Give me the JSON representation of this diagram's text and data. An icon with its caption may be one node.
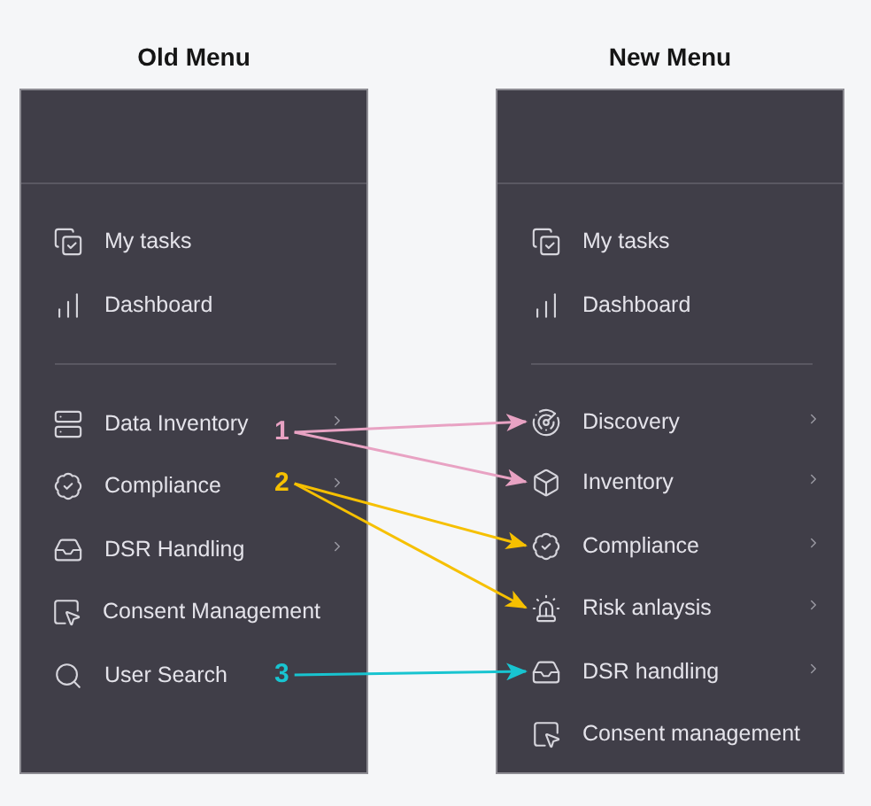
{
  "diagram": {
    "nodes": [
      {
        "text": [
          "Old Menu"
        ]
      },
      {
        "text": [
          "My tasks"
        ],
        "in": 0
      },
      {
        "text": [
          "Dashboard"
        ],
        "in": 0
      },
      {
        "text": [
          "Data Inventory"
        ],
        "in": 0
      },
      {
        "text": [
          "Compliance"
        ],
        "in": 0
      },
      {
        "text": [
          "DSR Handling"
        ],
        "in": 0
      },
      {
        "text": [
          "Consent Management"
        ],
        "in": 0
      },
      {
        "text": [
          "User Search"
        ],
        "in": 0
      },
      {
        "text": [
          "1"
        ],
        "in": 0
      },
      {
        "text": [
          "2"
        ],
        "in": 0
      },
      {
        "text": [
          "3"
        ],
        "in": 0
      },
      {
        "text": [
          "New Menu"
        ]
      },
      {
        "text": [
          "My tasks"
        ],
        "in": 11
      },
      {
        "text": [
          "Dashboard"
        ],
        "in": 11
      },
      {
        "text": [
          "Discovery"
        ],
        "in": 11
      },
      {
        "text": [
          "Inventory"
        ],
        "in": 11
      },
      {
        "text": [
          "Compliance"
        ],
        "in": 11
      },
      {
        "text": [
          "Risk anlaysis"
        ],
        "in": 11
      },
      {
        "text": [
          "DSR handling"
        ],
        "in": 11
      },
      {
        "text": [
          "Consent management"
        ],
        "in": 11
      }
    ],
    "edges": [
      {
        "from": 8,
        "to": 14,
        "arrow": "to",
        "color": "#e8a2c3"
      },
      {
        "from": 8,
        "to": 15,
        "arrow": "to",
        "color": "#e8a2c3"
      },
      {
        "from": 9,
        "to": 16,
        "arrow": "to",
        "color": "#f6c000"
      },
      {
        "from": 9,
        "to": 17,
        "arrow": "to",
        "color": "#f6c000"
      },
      {
        "from": 10,
        "to": 18,
        "arrow": "to",
        "color": "#18c4d0"
      }
    ]
  }
}
